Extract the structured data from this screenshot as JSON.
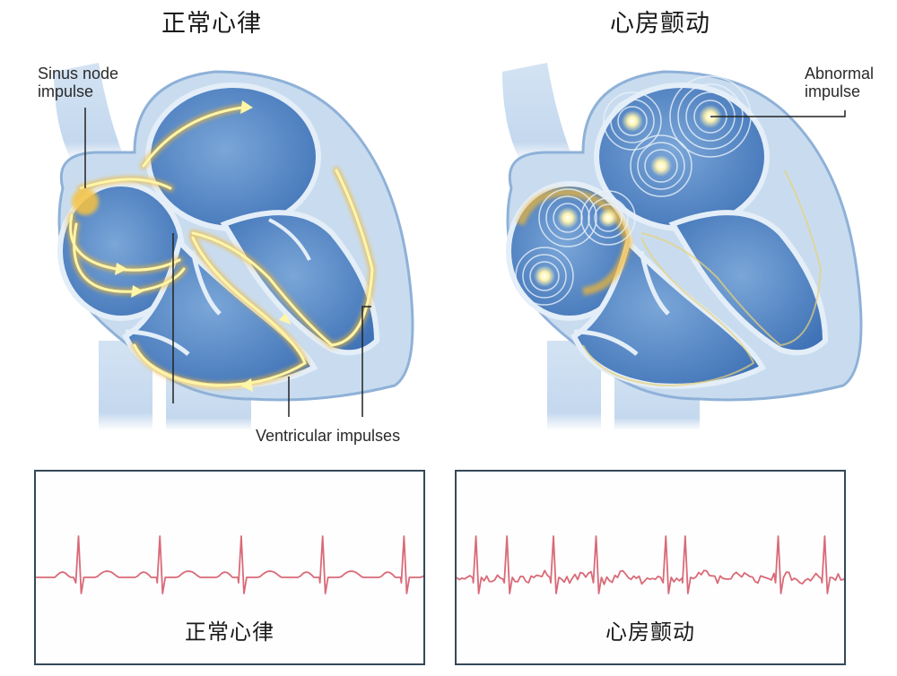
{
  "panels": {
    "normal": {
      "title": "正常心律",
      "callouts": {
        "sinus_node": "Sinus node\nimpulse",
        "ventricular": "Ventricular impulses"
      },
      "ecg_label": "正常心律"
    },
    "afib": {
      "title": "心房颤动",
      "callouts": {
        "abnormal": "Abnormal\nimpulse"
      },
      "ecg_label": "心房颤动"
    }
  },
  "colors": {
    "heart_dark": "#3f73b8",
    "heart_mid": "#6f9dd2",
    "heart_wall": "#c9dcef",
    "heart_outline": "#8fb1d8",
    "impulse_yellow": "#fff6a8",
    "impulse_orange": "#f3b733",
    "ecg_line": "#d96a78",
    "box_border": "#34495a"
  },
  "chart_data": [
    {
      "type": "line",
      "title": "正常心律",
      "description": "Normal sinus rhythm ECG trace",
      "r_peaks_relative_x": [
        0.11,
        0.32,
        0.53,
        0.74,
        0.95
      ],
      "rhythm": "regular",
      "p_waves": true,
      "baseline": "flat"
    },
    {
      "type": "line",
      "title": "心房颤动",
      "description": "Atrial fibrillation ECG trace",
      "r_peaks_relative_x": [
        0.05,
        0.13,
        0.25,
        0.36,
        0.54,
        0.59,
        0.83,
        0.95
      ],
      "rhythm": "irregular",
      "p_waves": false,
      "baseline": "fibrillatory"
    }
  ]
}
